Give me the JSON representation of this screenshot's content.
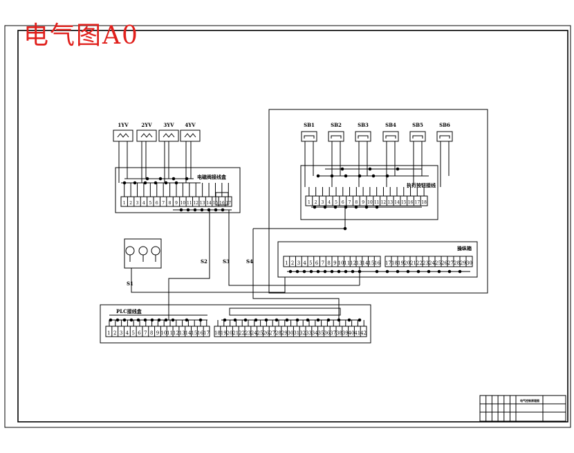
{
  "title": "电气图A0",
  "valves": [
    "1YV",
    "2YV",
    "3YV",
    "4YV"
  ],
  "buttons": [
    "SB1",
    "SB2",
    "SB3",
    "SB4",
    "SB5",
    "SB6"
  ],
  "blocks": {
    "valve_terminal": "电磁阀接线盒",
    "button_terminal": "执行按钮接线",
    "operation_panel": "操纵箱",
    "plc_terminal": "PLC接线盒"
  },
  "cables": [
    "S1",
    "S2",
    "S3",
    "S4"
  ],
  "title_block": {
    "drawing_name": "电气控制原理图"
  },
  "terminals": {
    "valve": [
      "1",
      "2",
      "3",
      "4",
      "5",
      "6",
      "7",
      "8",
      "9",
      "10",
      "11",
      "12",
      "13",
      "14",
      "15",
      "16",
      "17"
    ],
    "button": [
      "1",
      "2",
      "3",
      "4",
      "5",
      "6",
      "7",
      "8",
      "9",
      "10",
      "11",
      "12",
      "13",
      "14",
      "15",
      "16",
      "17",
      "18"
    ],
    "panel_left": [
      "1",
      "2",
      "3",
      "4",
      "5",
      "6",
      "7",
      "8",
      "9",
      "10",
      "11",
      "12",
      "13",
      "14",
      "15",
      "16"
    ],
    "panel_right": [
      "17",
      "18",
      "19",
      "20",
      "21",
      "22",
      "23",
      "24",
      "25",
      "26",
      "27",
      "28",
      "29",
      "30"
    ],
    "plc_left": [
      "1",
      "2",
      "3",
      "4",
      "5",
      "6",
      "7",
      "8",
      "9",
      "10",
      "11",
      "12",
      "13",
      "14",
      "15",
      "16",
      "17"
    ],
    "plc_right": [
      "18",
      "19",
      "20",
      "21",
      "22",
      "23",
      "24",
      "25",
      "26",
      "27",
      "28",
      "29",
      "30",
      "31",
      "32",
      "33",
      "34",
      "35",
      "36",
      "37",
      "38",
      "39",
      "40",
      "41",
      "42"
    ]
  }
}
